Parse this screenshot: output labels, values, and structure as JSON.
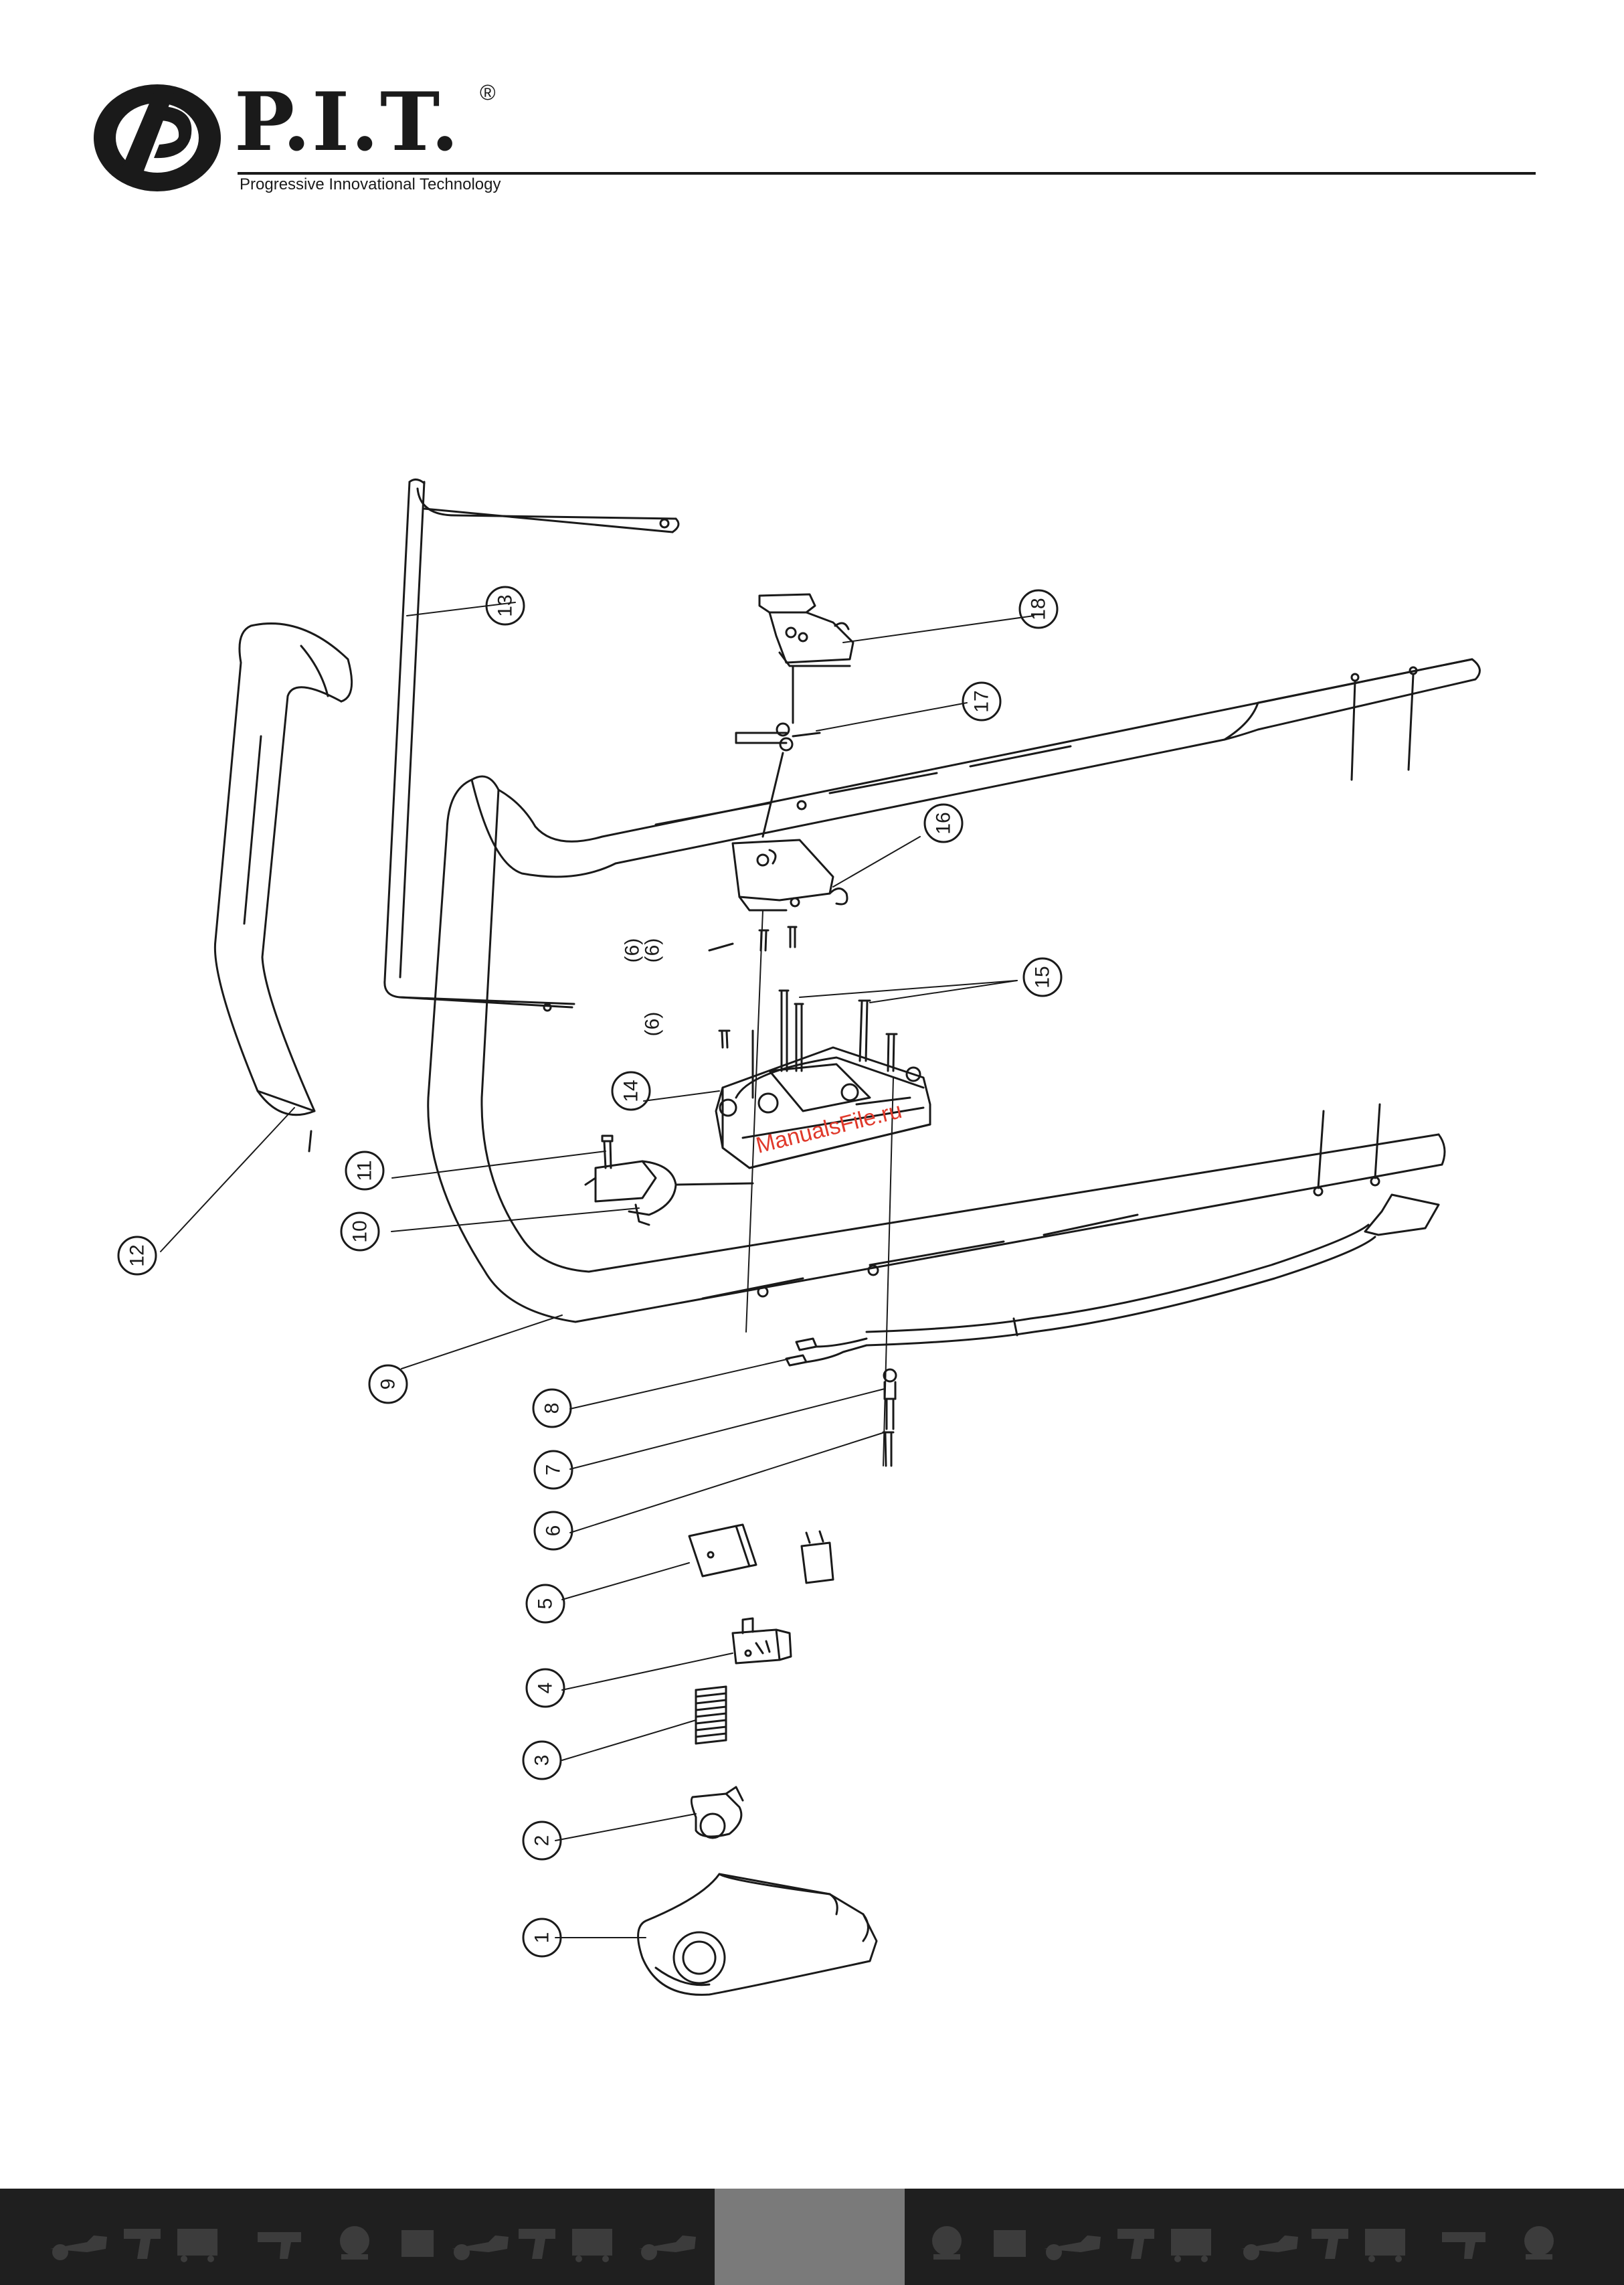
{
  "header": {
    "brand": "P.I.T.",
    "registered_mark": "®",
    "tagline": "Progressive Innovational Technology"
  },
  "diagram": {
    "part_numbers": [
      "1",
      "2",
      "3",
      "4",
      "5",
      "6",
      "7",
      "8",
      "9",
      "10",
      "11",
      "12",
      "13",
      "14",
      "15",
      "16",
      "17",
      "18"
    ],
    "bracket_labels": [
      "(6)",
      "(6)",
      "(6)"
    ]
  },
  "watermark": "ManualsFile.ru",
  "colors": {
    "ink": "#1a1a1a",
    "footer": "#1f1f1f",
    "footer_gap": "#7a7a7a",
    "watermark": "#e0392b"
  }
}
